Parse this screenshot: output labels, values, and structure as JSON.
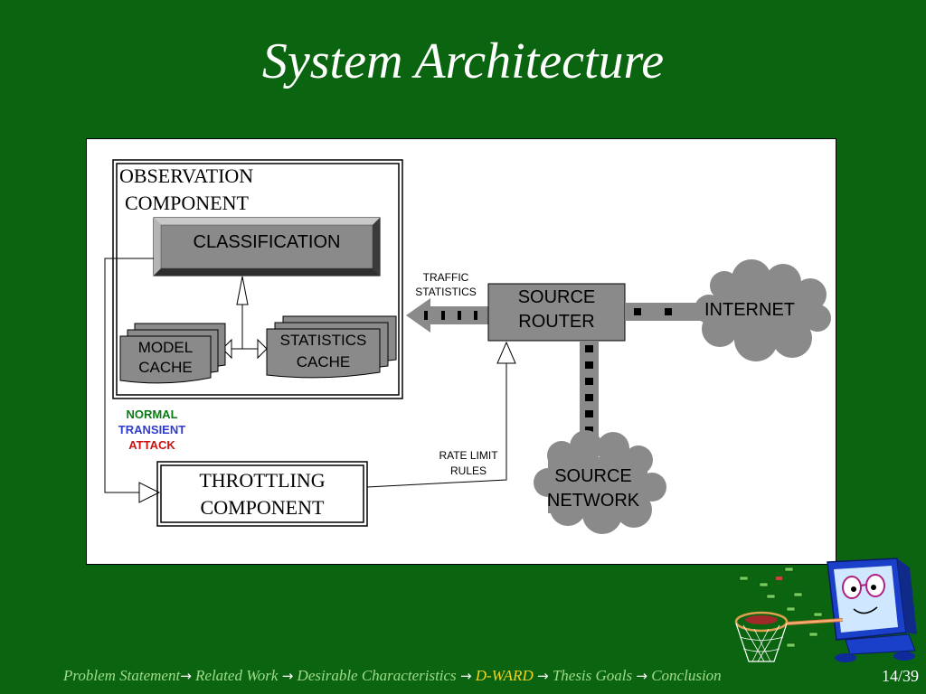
{
  "slide": {
    "title": "System Architecture",
    "page": "14/39"
  },
  "diagram": {
    "observation_title_line1": "OBSERVATION",
    "observation_title_line2": "COMPONENT",
    "classification": "CLASSIFICATION",
    "model_cache_line1": "MODEL",
    "model_cache_line2": "CACHE",
    "statistics_cache_line1": "STATISTICS",
    "statistics_cache_line2": "CACHE",
    "traffic_statistics_line1": "TRAFFIC",
    "traffic_statistics_line2": "STATISTICS",
    "source_router_line1": "SOURCE",
    "source_router_line2": "ROUTER",
    "internet": "INTERNET",
    "source_network_line1": "SOURCE",
    "source_network_line2": "NETWORK",
    "states": [
      {
        "label": "NORMAL",
        "color": "#0a7a14"
      },
      {
        "label": "TRANSIENT",
        "color": "#2f3ccc"
      },
      {
        "label": "ATTACK",
        "color": "#cc1111"
      }
    ],
    "rate_limit_line1": "RATE LIMIT",
    "rate_limit_line2": "RULES",
    "throttling_line1": "THROTTLING",
    "throttling_line2": "COMPONENT"
  },
  "footer": {
    "items": [
      "Problem Statement",
      "Related Work",
      "Desirable Characteristics",
      "D-WARD",
      "Thesis Goals",
      "Conclusion"
    ],
    "current": "D-WARD",
    "arrow": "→"
  },
  "colors": {
    "background": "#0b6410",
    "box_gray": "#8a8a8a",
    "footer_text": "#9fdc8a",
    "footer_current": "#f3d21c"
  }
}
